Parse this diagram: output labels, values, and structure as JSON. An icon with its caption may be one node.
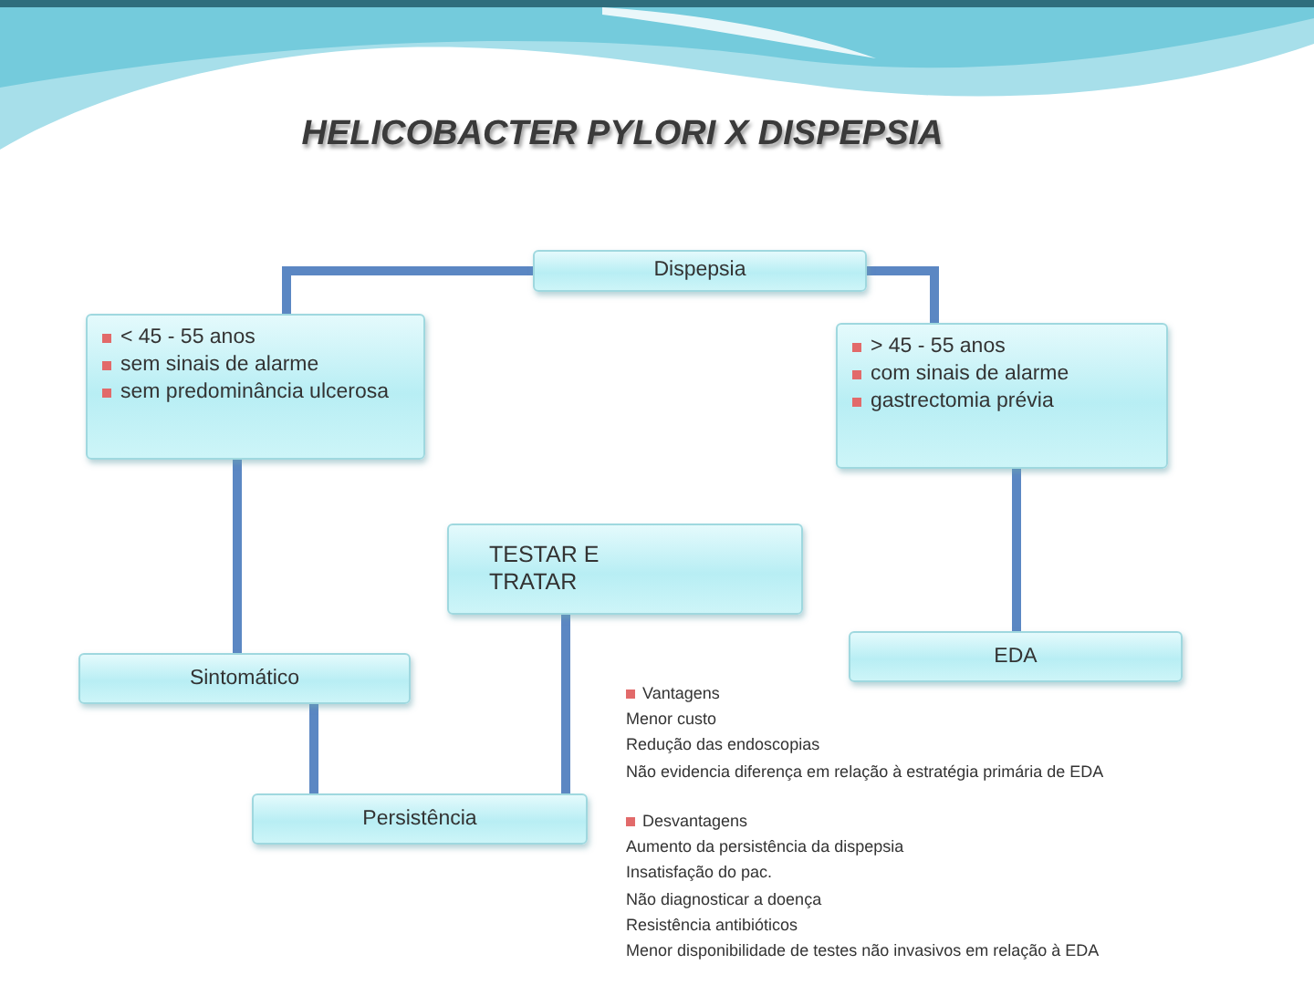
{
  "diagram": {
    "title": "HELICOBACTER PYLORI X DISPEPSIA",
    "nodes": [
      {
        "text": [
          "Dispepsia"
        ]
      },
      {
        "text": [
          "< 45 - 55 anos",
          "sem sinais de alarme",
          "sem predominância ulcerosa"
        ]
      },
      {
        "text": [
          "> 45 - 55 anos",
          "com sinais de alarme",
          "gastrectomia prévia"
        ]
      },
      {
        "text": [
          "TESTAR E TRATAR"
        ]
      },
      {
        "text": [
          "EDA"
        ]
      },
      {
        "text": [
          "Sintomático"
        ]
      },
      {
        "text": [
          "Persistência"
        ]
      }
    ],
    "edges": [
      {
        "from": 0,
        "to": 1,
        "arrow": "none"
      },
      {
        "from": 0,
        "to": 2,
        "arrow": "none"
      },
      {
        "from": 1,
        "to": 5,
        "arrow": "none"
      },
      {
        "from": 2,
        "to": 4,
        "arrow": "none"
      },
      {
        "from": 5,
        "to": 6,
        "arrow": "none"
      },
      {
        "from": 3,
        "to": 6,
        "arrow": "none"
      }
    ],
    "labels": [
      "Vantagens",
      "Menor custo",
      "Redução das endoscopias",
      "Não evidencia diferença em relação à estratégia primária de EDA",
      "Desvantagens",
      "Aumento da persistência da dispepsia",
      "Insatisfação do pac.",
      "Não diagnosticar a doença",
      "Resistência antibióticos",
      "Menor disponibilidade de testes não invasivos em relação à EDA"
    ]
  }
}
